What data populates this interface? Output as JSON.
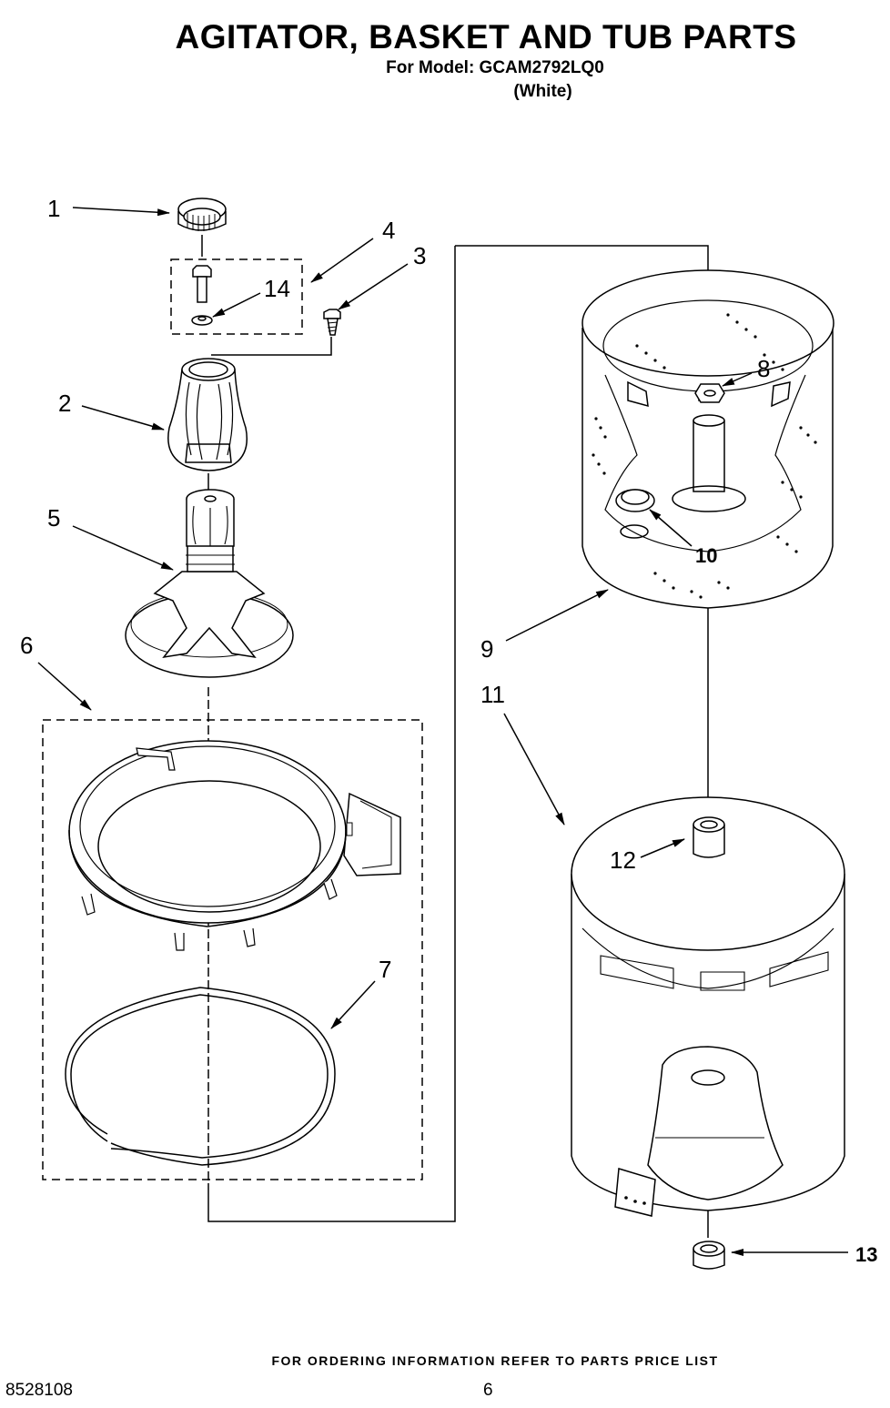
{
  "header": {
    "title": "AGITATOR, BASKET AND TUB PARTS",
    "model": "For Model: GCAM2792LQ0",
    "color": "(White)"
  },
  "callouts": {
    "c1": "1",
    "c2": "2",
    "c3": "3",
    "c4": "4",
    "c5": "5",
    "c6": "6",
    "c7": "7",
    "c8": "8",
    "c9": "9",
    "c10": "10",
    "c11": "11",
    "c12": "12",
    "c13": "13",
    "c14": "14"
  },
  "footer": {
    "note": "FOR ORDERING INFORMATION REFER TO PARTS PRICE LIST",
    "doc_number": "8528108",
    "page_number": "6"
  }
}
